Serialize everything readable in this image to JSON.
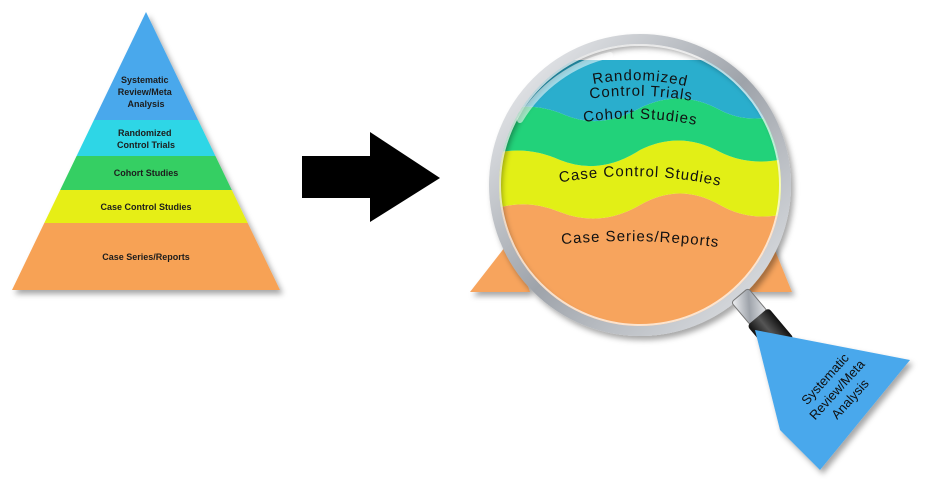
{
  "left_pyramid": {
    "levels": [
      {
        "label_lines": [
          "Systematic",
          "Review/Meta",
          "Analysis"
        ],
        "color": "#4aa8ec"
      },
      {
        "label_lines": [
          "Randomized",
          "Control Trials"
        ],
        "color": "#2ed6e6"
      },
      {
        "label_lines": [
          "Cohort Studies"
        ],
        "color": "#34cf63"
      },
      {
        "label_lines": [
          "Case Control Studies"
        ],
        "color": "#e6ee14"
      },
      {
        "label_lines": [
          "Case Series/Reports"
        ],
        "color": "#f7a255"
      }
    ]
  },
  "arrow": {
    "color": "#000000"
  },
  "magnified": {
    "rct_lines": [
      "Randomized",
      "Control Trials"
    ],
    "cohort": "Cohort Studies",
    "case_control": "Case Control Studies",
    "case_series": "Case Series/Reports",
    "colors": {
      "rct": "#2aaecd",
      "cohort": "#22d27a",
      "case_control": "#e2ef16",
      "case_series": "#f7a45d",
      "rim": "#c9ccd1"
    }
  },
  "shard": {
    "label_lines": [
      "Systematic",
      "Review/Meta",
      "Analysis"
    ],
    "color": "#4aa8ec"
  }
}
